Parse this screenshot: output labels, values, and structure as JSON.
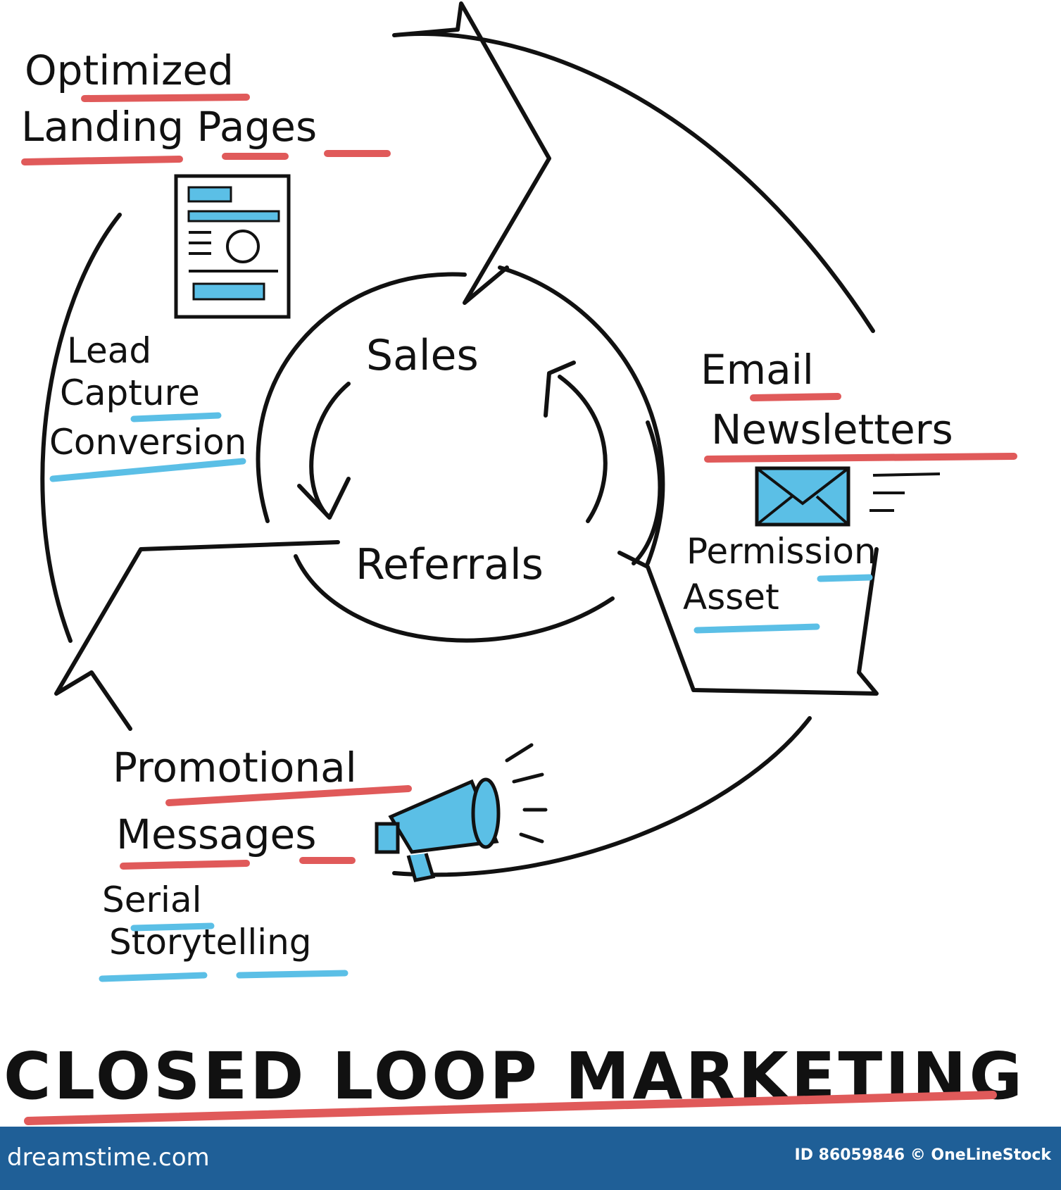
{
  "diagram": {
    "title": "CLOSED LOOP MARKETING",
    "center": {
      "top": "Sales",
      "bottom": "Referrals"
    },
    "stages": [
      {
        "heading": [
          "Optimized",
          "Landing Pages"
        ],
        "sub": [
          "Lead",
          "Capture",
          "Conversion"
        ],
        "icon": "landing-page-icon"
      },
      {
        "heading": [
          "Email",
          "Newsletters"
        ],
        "sub": [
          "Permission",
          "Asset"
        ],
        "icon": "envelope-icon"
      },
      {
        "heading": [
          "Promotional",
          "Messages"
        ],
        "sub": [
          "Serial",
          "Storytelling"
        ],
        "icon": "megaphone-icon"
      }
    ],
    "colors": {
      "ink": "#111111",
      "accent_red": "#e05a5a",
      "accent_blue": "#5bbfe6",
      "footer": "#1f5f97"
    }
  },
  "footer": {
    "site": "dreamstime.com",
    "credit": "ID 86059846 © OneLineStock"
  }
}
